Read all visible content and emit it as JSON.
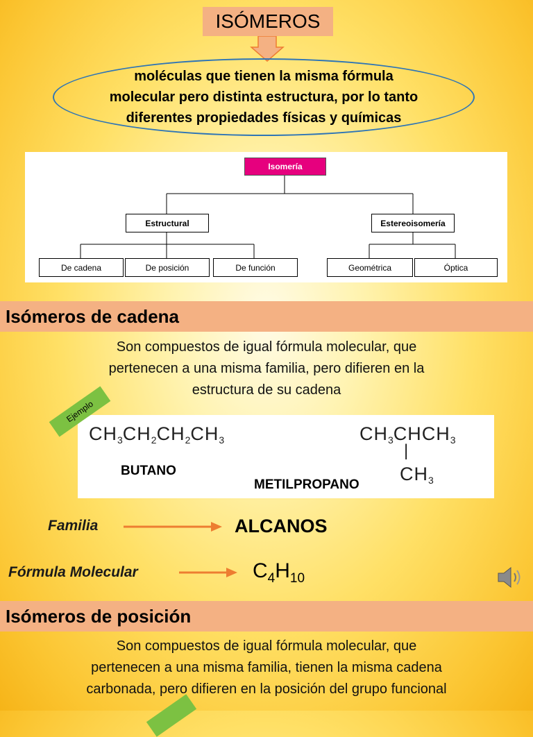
{
  "header": {
    "title": "ISÓMEROS",
    "definition_lines": [
      "moléculas que tienen la misma fórmula",
      "molecular pero distinta estructura, por lo tanto",
      "diferentes propiedades físicas y químicas"
    ]
  },
  "tree": {
    "root": "Isomería",
    "branches": [
      {
        "label": "Estructural",
        "children": [
          "De cadena",
          "De posición",
          "De función"
        ]
      },
      {
        "label": "Estereoisomería",
        "children": [
          "Geométrica",
          "Óptica"
        ]
      }
    ]
  },
  "section_cadena": {
    "heading": "Isómeros de cadena",
    "description_lines": [
      "Son compuestos de igual fórmula molecular, que",
      "pertenecen a una misma familia, pero difieren en la",
      "estructura de su cadena"
    ],
    "badge": "Ejemplo",
    "butano": {
      "formula": [
        "CH",
        "3",
        "CH",
        "2",
        "CH",
        "2",
        "CH",
        "3"
      ],
      "name": "BUTANO"
    },
    "metilpropano": {
      "formula_top": [
        "CH",
        "3",
        "CHCH",
        "3"
      ],
      "branch": "|",
      "formula_bottom": [
        "CH",
        "3"
      ],
      "name": "METILPROPANO"
    },
    "familia_label": "Familia",
    "familia_value": "ALCANOS",
    "formula_label": "Fórmula Molecular",
    "formula_value": [
      "C",
      "4",
      "H",
      "10"
    ]
  },
  "section_posicion": {
    "heading": "Isómeros de posición",
    "description_lines": [
      "Son compuestos de igual fórmula molecular, que",
      "pertenecen a una misma familia, tienen la misma cadena",
      "carbonada, pero difieren en la posición del grupo funcional"
    ]
  },
  "icons": {
    "speaker": "speaker-icon"
  },
  "colors": {
    "band": "#f4b183",
    "ellipse_border": "#2e75b6",
    "arrow": "#ed7d31",
    "root_node": "#e6007e",
    "badge": "#7cc142"
  }
}
